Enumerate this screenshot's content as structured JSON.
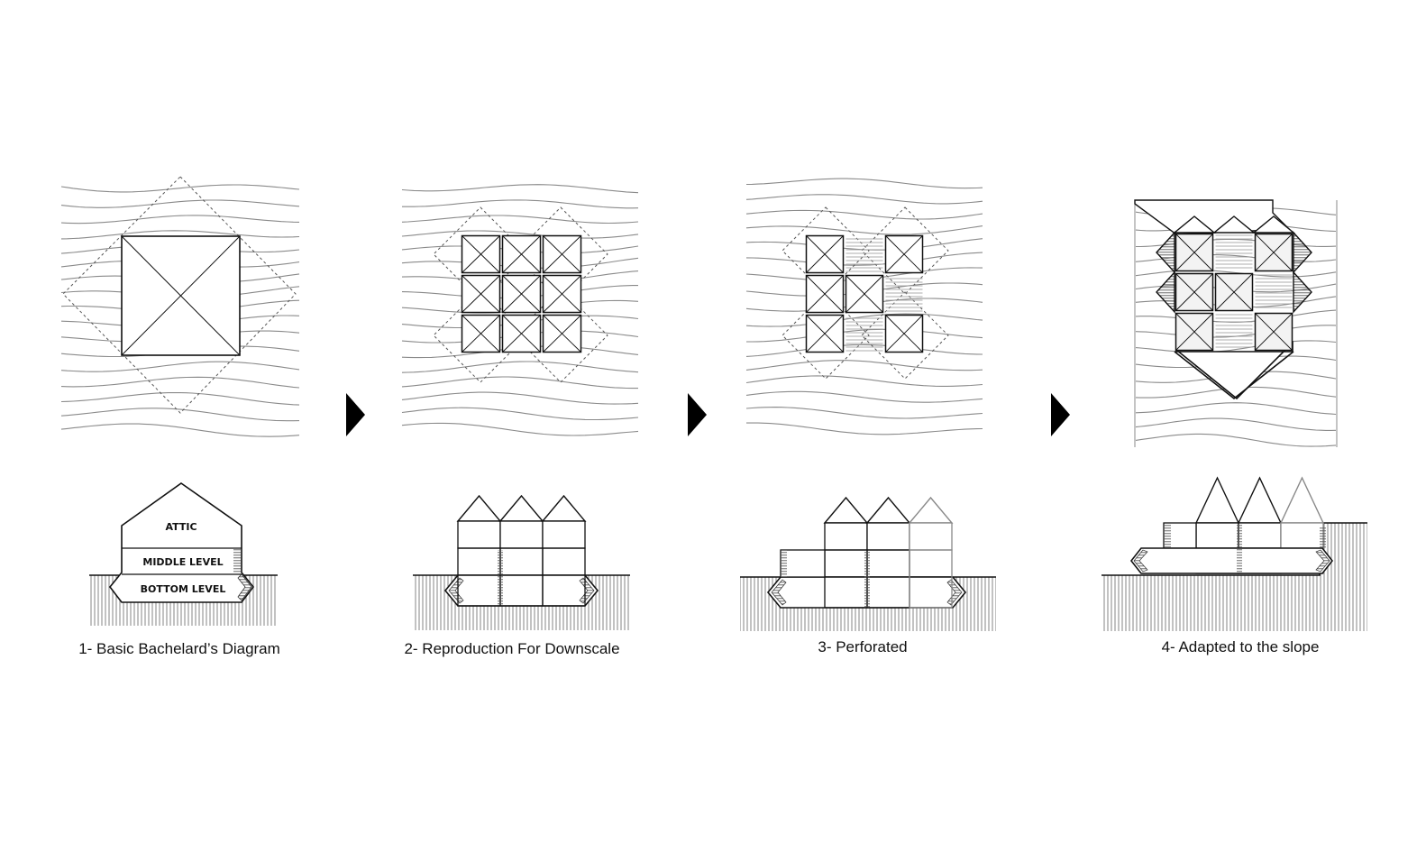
{
  "steps": [
    {
      "caption": "1- Basic Bachelard’s Diagram"
    },
    {
      "caption": "2- Reproduction For Downscale"
    },
    {
      "caption": "3- Perforated"
    },
    {
      "caption": "4- Adapted to the slope"
    }
  ],
  "section_labels": {
    "attic": "ATTIC",
    "middle": "MIDDLE LEVEL",
    "bottom": "BOTTOM LEVEL"
  },
  "colors": {
    "contour": "#8a8a8a",
    "line": "#111111",
    "dashed": "#555555",
    "hatch": "#777777",
    "arrow": "#000000"
  }
}
